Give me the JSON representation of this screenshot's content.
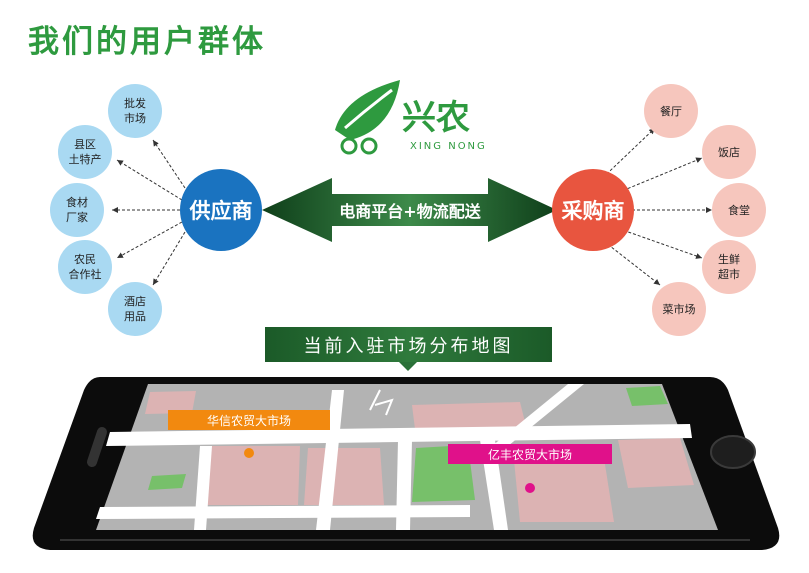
{
  "title": "我们的用户群体",
  "logo": {
    "name": "兴农",
    "pinyin": "XING  NONG"
  },
  "supplier": {
    "label": "供应商",
    "types": [
      "批发\n市场",
      "县区\n土特产",
      "食材\n厂家",
      "农民\n合作社",
      "酒店\n用品"
    ]
  },
  "buyer": {
    "label": "采购商",
    "types": [
      "餐厅",
      "饭店",
      "食堂",
      "生鲜\n超市",
      "菜市场"
    ]
  },
  "link_label": "电商平台+物流配送",
  "map_banner": "当前入驻市场分布地图",
  "markets": [
    {
      "name": "华信农贸大市场",
      "color": "#f2890f"
    },
    {
      "name": "亿丰农贸大市场",
      "color": "#e0118a"
    }
  ],
  "colors": {
    "brand_green": "#2e9a3f",
    "supplier_blue": "#1a73c0",
    "buyer_red": "#e8553f"
  }
}
